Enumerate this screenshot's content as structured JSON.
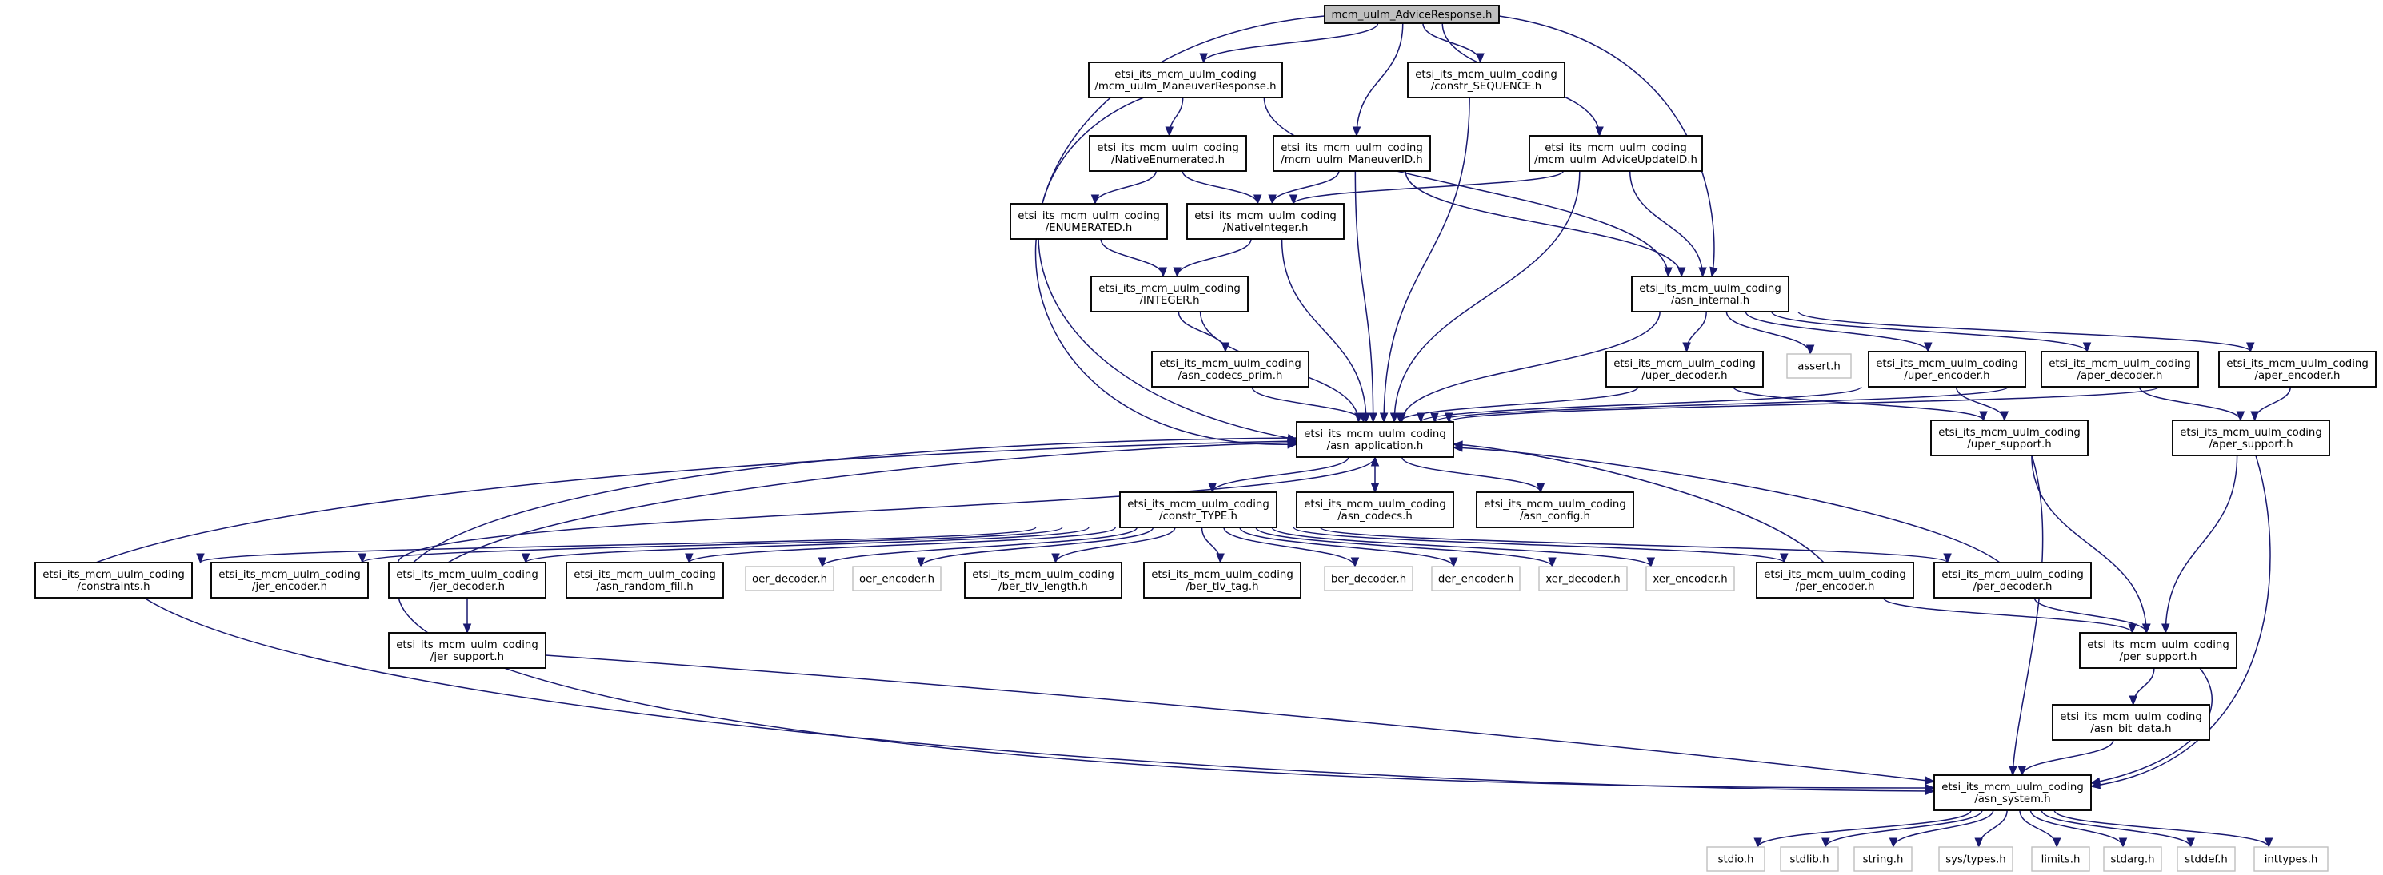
{
  "graph": {
    "nodes": [
      {
        "id": "root",
        "lines": [
          "mcm_uulm_AdviceResponse.h"
        ],
        "kind": "root",
        "interactable": false
      },
      {
        "id": "maneuverresponse",
        "lines": [
          "etsi_its_mcm_uulm_coding",
          "/mcm_uulm_ManeuverResponse.h"
        ],
        "kind": "file",
        "interactable": true
      },
      {
        "id": "constrseq",
        "lines": [
          "etsi_its_mcm_uulm_coding",
          "/constr_SEQUENCE.h"
        ],
        "kind": "file",
        "interactable": true
      },
      {
        "id": "nativeenum",
        "lines": [
          "etsi_its_mcm_uulm_coding",
          "/NativeEnumerated.h"
        ],
        "kind": "file",
        "interactable": true
      },
      {
        "id": "maneuverid",
        "lines": [
          "etsi_its_mcm_uulm_coding",
          "/mcm_uulm_ManeuverID.h"
        ],
        "kind": "file",
        "interactable": true
      },
      {
        "id": "adviceupdateid",
        "lines": [
          "etsi_its_mcm_uulm_coding",
          "/mcm_uulm_AdviceUpdateID.h"
        ],
        "kind": "file",
        "interactable": true
      },
      {
        "id": "enumerated",
        "lines": [
          "etsi_its_mcm_uulm_coding",
          "/ENUMERATED.h"
        ],
        "kind": "file",
        "interactable": true
      },
      {
        "id": "nativeint",
        "lines": [
          "etsi_its_mcm_uulm_coding",
          "/NativeInteger.h"
        ],
        "kind": "file",
        "interactable": true
      },
      {
        "id": "integer",
        "lines": [
          "etsi_its_mcm_uulm_coding",
          "/INTEGER.h"
        ],
        "kind": "file",
        "interactable": true
      },
      {
        "id": "asninternal",
        "lines": [
          "etsi_its_mcm_uulm_coding",
          "/asn_internal.h"
        ],
        "kind": "file",
        "interactable": true
      },
      {
        "id": "codecsprim",
        "lines": [
          "etsi_its_mcm_uulm_coding",
          "/asn_codecs_prim.h"
        ],
        "kind": "file",
        "interactable": true
      },
      {
        "id": "uperdec",
        "lines": [
          "etsi_its_mcm_uulm_coding",
          "/uper_decoder.h"
        ],
        "kind": "file",
        "interactable": true
      },
      {
        "id": "assert",
        "lines": [
          "assert.h"
        ],
        "kind": "sys",
        "interactable": false
      },
      {
        "id": "uperenc",
        "lines": [
          "etsi_its_mcm_uulm_coding",
          "/uper_encoder.h"
        ],
        "kind": "file",
        "interactable": true
      },
      {
        "id": "aperdec",
        "lines": [
          "etsi_its_mcm_uulm_coding",
          "/aper_decoder.h"
        ],
        "kind": "file",
        "interactable": true
      },
      {
        "id": "aperenc",
        "lines": [
          "etsi_its_mcm_uulm_coding",
          "/aper_encoder.h"
        ],
        "kind": "file",
        "interactable": true
      },
      {
        "id": "asnapp",
        "lines": [
          "etsi_its_mcm_uulm_coding",
          "/asn_application.h"
        ],
        "kind": "file",
        "interactable": true
      },
      {
        "id": "upersupport",
        "lines": [
          "etsi_its_mcm_uulm_coding",
          "/uper_support.h"
        ],
        "kind": "file",
        "interactable": true
      },
      {
        "id": "apersupport",
        "lines": [
          "etsi_its_mcm_uulm_coding",
          "/aper_support.h"
        ],
        "kind": "file",
        "interactable": true
      },
      {
        "id": "constrtype",
        "lines": [
          "etsi_its_mcm_uulm_coding",
          "/constr_TYPE.h"
        ],
        "kind": "file",
        "interactable": true
      },
      {
        "id": "asncodecs",
        "lines": [
          "etsi_its_mcm_uulm_coding",
          "/asn_codecs.h"
        ],
        "kind": "file",
        "interactable": true
      },
      {
        "id": "asnconfig",
        "lines": [
          "etsi_its_mcm_uulm_coding",
          "/asn_config.h"
        ],
        "kind": "file",
        "interactable": true
      },
      {
        "id": "constraints",
        "lines": [
          "etsi_its_mcm_uulm_coding",
          "/constraints.h"
        ],
        "kind": "file",
        "interactable": true
      },
      {
        "id": "jerenc",
        "lines": [
          "etsi_its_mcm_uulm_coding",
          "/jer_encoder.h"
        ],
        "kind": "file",
        "interactable": true
      },
      {
        "id": "jerdec",
        "lines": [
          "etsi_its_mcm_uulm_coding",
          "/jer_decoder.h"
        ],
        "kind": "file",
        "interactable": true
      },
      {
        "id": "randomfill",
        "lines": [
          "etsi_its_mcm_uulm_coding",
          "/asn_random_fill.h"
        ],
        "kind": "file",
        "interactable": true
      },
      {
        "id": "oerdec",
        "lines": [
          "oer_decoder.h"
        ],
        "kind": "sys",
        "interactable": false
      },
      {
        "id": "oerenc",
        "lines": [
          "oer_encoder.h"
        ],
        "kind": "sys",
        "interactable": false
      },
      {
        "id": "bertlvlen",
        "lines": [
          "etsi_its_mcm_uulm_coding",
          "/ber_tlv_length.h"
        ],
        "kind": "file",
        "interactable": true
      },
      {
        "id": "bertlvtag",
        "lines": [
          "etsi_its_mcm_uulm_coding",
          "/ber_tlv_tag.h"
        ],
        "kind": "file",
        "interactable": true
      },
      {
        "id": "berdec",
        "lines": [
          "ber_decoder.h"
        ],
        "kind": "sys",
        "interactable": false
      },
      {
        "id": "derenc",
        "lines": [
          "der_encoder.h"
        ],
        "kind": "sys",
        "interactable": false
      },
      {
        "id": "xerdec",
        "lines": [
          "xer_decoder.h"
        ],
        "kind": "sys",
        "interactable": false
      },
      {
        "id": "xerenc",
        "lines": [
          "xer_encoder.h"
        ],
        "kind": "sys",
        "interactable": false
      },
      {
        "id": "perenc",
        "lines": [
          "etsi_its_mcm_uulm_coding",
          "/per_encoder.h"
        ],
        "kind": "file",
        "interactable": true
      },
      {
        "id": "perdec",
        "lines": [
          "etsi_its_mcm_uulm_coding",
          "/per_decoder.h"
        ],
        "kind": "file",
        "interactable": true
      },
      {
        "id": "jersupport",
        "lines": [
          "etsi_its_mcm_uulm_coding",
          "/jer_support.h"
        ],
        "kind": "file",
        "interactable": true
      },
      {
        "id": "persupport",
        "lines": [
          "etsi_its_mcm_uulm_coding",
          "/per_support.h"
        ],
        "kind": "file",
        "interactable": true
      },
      {
        "id": "bitdata",
        "lines": [
          "etsi_its_mcm_uulm_coding",
          "/asn_bit_data.h"
        ],
        "kind": "file",
        "interactable": true
      },
      {
        "id": "asnsystem",
        "lines": [
          "etsi_its_mcm_uulm_coding",
          "/asn_system.h"
        ],
        "kind": "file",
        "interactable": true
      },
      {
        "id": "stdio",
        "lines": [
          "stdio.h"
        ],
        "kind": "sys",
        "interactable": false
      },
      {
        "id": "stdlib",
        "lines": [
          "stdlib.h"
        ],
        "kind": "sys",
        "interactable": false
      },
      {
        "id": "string",
        "lines": [
          "string.h"
        ],
        "kind": "sys",
        "interactable": false
      },
      {
        "id": "systypes",
        "lines": [
          "sys/types.h"
        ],
        "kind": "sys",
        "interactable": false
      },
      {
        "id": "limits",
        "lines": [
          "limits.h"
        ],
        "kind": "sys",
        "interactable": false
      },
      {
        "id": "stdarg",
        "lines": [
          "stdarg.h"
        ],
        "kind": "sys",
        "interactable": false
      },
      {
        "id": "stddef",
        "lines": [
          "stddef.h"
        ],
        "kind": "sys",
        "interactable": false
      },
      {
        "id": "inttypes",
        "lines": [
          "inttypes.h"
        ],
        "kind": "sys",
        "interactable": false
      }
    ],
    "edges": [
      [
        "root",
        "maneuverresponse"
      ],
      [
        "root",
        "constrseq"
      ],
      [
        "root",
        "maneuverid"
      ],
      [
        "root",
        "adviceupdateid"
      ],
      [
        "root",
        "asninternal"
      ],
      [
        "root",
        "asnapp"
      ],
      [
        "maneuverresponse",
        "nativeenum"
      ],
      [
        "maneuverresponse",
        "asnapp"
      ],
      [
        "maneuverresponse",
        "asninternal"
      ],
      [
        "constrseq",
        "asnapp"
      ],
      [
        "nativeenum",
        "enumerated"
      ],
      [
        "nativeenum",
        "nativeint"
      ],
      [
        "maneuverid",
        "nativeint"
      ],
      [
        "maneuverid",
        "asnapp"
      ],
      [
        "maneuverid",
        "asninternal"
      ],
      [
        "adviceupdateid",
        "nativeint"
      ],
      [
        "adviceupdateid",
        "asnapp"
      ],
      [
        "adviceupdateid",
        "asninternal"
      ],
      [
        "enumerated",
        "integer"
      ],
      [
        "nativeint",
        "integer"
      ],
      [
        "nativeint",
        "asnapp"
      ],
      [
        "integer",
        "codecsprim"
      ],
      [
        "integer",
        "asnapp"
      ],
      [
        "codecsprim",
        "asnapp"
      ],
      [
        "asninternal",
        "asnapp"
      ],
      [
        "asninternal",
        "uperdec"
      ],
      [
        "asninternal",
        "assert"
      ],
      [
        "asninternal",
        "uperenc"
      ],
      [
        "asninternal",
        "aperdec"
      ],
      [
        "asninternal",
        "aperenc"
      ],
      [
        "uperdec",
        "asnapp"
      ],
      [
        "uperdec",
        "upersupport"
      ],
      [
        "uperenc",
        "asnapp"
      ],
      [
        "uperenc",
        "upersupport"
      ],
      [
        "aperdec",
        "asnapp"
      ],
      [
        "aperdec",
        "apersupport"
      ],
      [
        "aperenc",
        "asnapp"
      ],
      [
        "aperenc",
        "apersupport"
      ],
      [
        "asnapp",
        "constrtype"
      ],
      [
        "asnapp",
        "asncodecs"
      ],
      [
        "asnapp",
        "asnconfig"
      ],
      [
        "asnapp",
        "asnsystem"
      ],
      [
        "constrtype",
        "constraints"
      ],
      [
        "constrtype",
        "jerenc"
      ],
      [
        "constrtype",
        "jerdec"
      ],
      [
        "constrtype",
        "randomfill"
      ],
      [
        "constrtype",
        "oerdec"
      ],
      [
        "constrtype",
        "oerenc"
      ],
      [
        "constrtype",
        "bertlvlen"
      ],
      [
        "constrtype",
        "bertlvtag"
      ],
      [
        "constrtype",
        "berdec"
      ],
      [
        "constrtype",
        "derenc"
      ],
      [
        "constrtype",
        "xerdec"
      ],
      [
        "constrtype",
        "xerenc"
      ],
      [
        "constrtype",
        "perenc"
      ],
      [
        "constrtype",
        "perdec"
      ],
      [
        "constraints",
        "asnapp"
      ],
      [
        "constraints",
        "asnsystem"
      ],
      [
        "jerenc",
        "asnapp"
      ],
      [
        "jerdec",
        "asnapp"
      ],
      [
        "jerdec",
        "jersupport"
      ],
      [
        "jersupport",
        "asnsystem"
      ],
      [
        "perenc",
        "asnapp"
      ],
      [
        "perenc",
        "persupport"
      ],
      [
        "perdec",
        "asnapp"
      ],
      [
        "perdec",
        "persupport"
      ],
      [
        "upersupport",
        "persupport"
      ],
      [
        "upersupport",
        "asnsystem"
      ],
      [
        "apersupport",
        "persupport"
      ],
      [
        "apersupport",
        "asnsystem"
      ],
      [
        "persupport",
        "bitdata"
      ],
      [
        "persupport",
        "asnsystem"
      ],
      [
        "bitdata",
        "asnsystem"
      ],
      [
        "asnsystem",
        "stdio"
      ],
      [
        "asnsystem",
        "stdlib"
      ],
      [
        "asnsystem",
        "string"
      ],
      [
        "asnsystem",
        "systypes"
      ],
      [
        "asnsystem",
        "limits"
      ],
      [
        "asnsystem",
        "stdarg"
      ],
      [
        "asnsystem",
        "stddef"
      ],
      [
        "asnsystem",
        "inttypes"
      ]
    ]
  }
}
